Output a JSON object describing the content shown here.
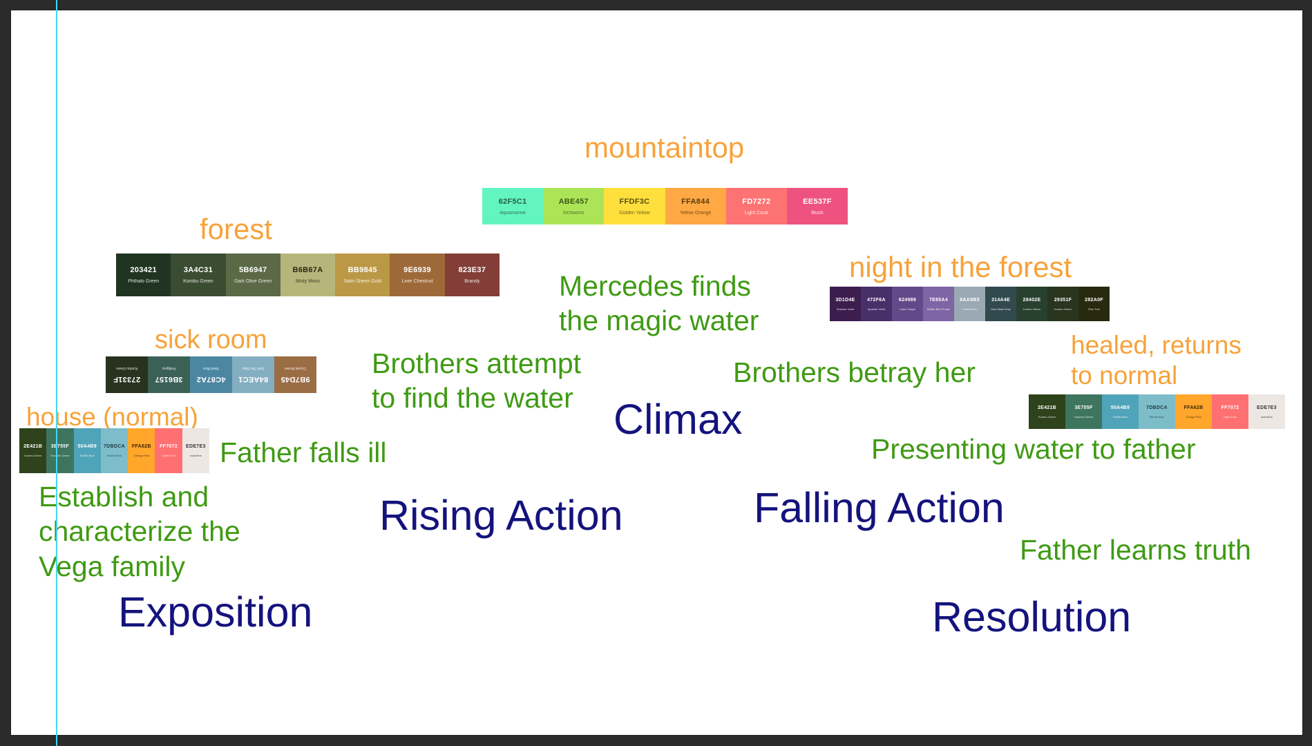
{
  "locations": {
    "mountaintop": "mountaintop",
    "forest": "forest",
    "night_forest": "night in the forest",
    "sick_room": "sick room",
    "house": "house (normal)",
    "healed": "healed, returns\nto normal"
  },
  "events": {
    "mercedes": "Mercedes finds\nthe magic water",
    "brothers_attempt": "Brothers attempt\n to find the water",
    "brothers_betray": "Brothers betray her",
    "father_ill": "Father falls ill",
    "establish": "Establish and\ncharacterize the\nVega family",
    "presenting": "Presenting water to father",
    "father_learns": "Father learns truth"
  },
  "stages": {
    "climax": "Climax",
    "rising": "Rising Action",
    "falling": "Falling Action",
    "exposition": "Exposition",
    "resolution": "Resolution"
  },
  "palettes": {
    "mountaintop": [
      {
        "code": "62F5C1",
        "name": "Aquamarine",
        "color": "#62F5C1",
        "text": "#2a5a48"
      },
      {
        "code": "ABE457",
        "name": "Inchworm",
        "color": "#ABE457",
        "text": "#3d5a1a"
      },
      {
        "code": "FFDF3C",
        "name": "Golden Yellow",
        "color": "#FFDF3C",
        "text": "#5a4e12"
      },
      {
        "code": "FFA844",
        "name": "Yellow Orange",
        "color": "#FFA844",
        "text": "#5a3a12"
      },
      {
        "code": "FD7272",
        "name": "Light Coral",
        "color": "#FD7272",
        "text": "#ffffff"
      },
      {
        "code": "EE537F",
        "name": "Blush",
        "color": "#EE537F",
        "text": "#ffffff"
      }
    ],
    "forest": [
      {
        "code": "203421",
        "name": "Phthalo Green",
        "color": "#203421",
        "text": "#ffffff"
      },
      {
        "code": "3A4C31",
        "name": "Kombu Green",
        "color": "#3A4C31",
        "text": "#ffffff"
      },
      {
        "code": "5B6947",
        "name": "Dark Olive Green",
        "color": "#5B6947",
        "text": "#ffffff"
      },
      {
        "code": "B6B67A",
        "name": "Misty Moss",
        "color": "#B6B67A",
        "text": "#2a2a14"
      },
      {
        "code": "BB9845",
        "name": "Satin Sheen Gold",
        "color": "#BB9845",
        "text": "#ffffff"
      },
      {
        "code": "9E6939",
        "name": "Liver Chestnut",
        "color": "#9E6939",
        "text": "#ffffff"
      },
      {
        "code": "823E37",
        "name": "Brandy",
        "color": "#823E37",
        "text": "#ffffff"
      }
    ],
    "night_forest": [
      {
        "code": "3D1D4E",
        "name": "Russian Violet",
        "color": "#3D1D4E",
        "text": "#ffffff"
      },
      {
        "code": "472F6A",
        "name": "Spanish Violet",
        "color": "#472F6A",
        "text": "#ffffff"
      },
      {
        "code": "624989",
        "name": "Cyber Grape",
        "color": "#624989",
        "text": "#ffffff"
      },
      {
        "code": "7E65A4",
        "name": "Middle Blue Purple",
        "color": "#7E65A4",
        "text": "#ffffff"
      },
      {
        "code": "9AA9B3",
        "name": "Cadet Grey",
        "color": "#9AA9B3",
        "text": "#ffffff"
      },
      {
        "code": "314A4E",
        "name": "Dark Slate Gray",
        "color": "#314A4E",
        "text": "#ffffff"
      },
      {
        "code": "28402E",
        "name": "Kombu Green",
        "color": "#28402E",
        "text": "#ffffff"
      },
      {
        "code": "29351F",
        "name": "Kombu Green",
        "color": "#29351F",
        "text": "#ffffff"
      },
      {
        "code": "282A0F",
        "name": "Pine Tree",
        "color": "#282A0F",
        "text": "#ffffff"
      }
    ],
    "sick_room": [
      {
        "code": "27331F",
        "name": "Kombu Green",
        "color": "#27331F",
        "text": "#ffffff"
      },
      {
        "code": "3B6157",
        "name": "Feldgrau",
        "color": "#3B6157",
        "text": "#ffffff"
      },
      {
        "code": "4C87A2",
        "name": "Steel Blue",
        "color": "#4C87A2",
        "text": "#ffffff"
      },
      {
        "code": "84AEC1",
        "name": "Dark Sky Blue",
        "color": "#84AEC1",
        "text": "#ffffff"
      },
      {
        "code": "9B7D45",
        "name": "Coyote Brown",
        "color": "#9B6D45",
        "text": "#ffffff"
      }
    ],
    "house": [
      {
        "code": "2E421B",
        "name": "Kombu Green",
        "color": "#2E421B",
        "text": "#ffffff"
      },
      {
        "code": "3E755F",
        "name": "Hookers Green",
        "color": "#3E755F",
        "text": "#ffffff"
      },
      {
        "code": "50A4B9",
        "name": "Pacific Blue",
        "color": "#50A4B9",
        "text": "#ffffff"
      },
      {
        "code": "7DBDCA",
        "name": "Middle Blue",
        "color": "#7DBDCA",
        "text": "#1e3a40"
      },
      {
        "code": "FFA62B",
        "name": "Orange Peel",
        "color": "#FFA62B",
        "text": "#3a2408"
      },
      {
        "code": "FF7072",
        "name": "Light Coral",
        "color": "#FF7072",
        "text": "#ffffff"
      },
      {
        "code": "EDE7E3",
        "name": "Isabelline",
        "color": "#EDE7E3",
        "text": "#333333"
      }
    ],
    "healed": [
      {
        "code": "2E421B",
        "name": "Kombu Green",
        "color": "#2E421B",
        "text": "#ffffff"
      },
      {
        "code": "3E755F",
        "name": "Hookers Green",
        "color": "#3E755F",
        "text": "#ffffff"
      },
      {
        "code": "50A4B9",
        "name": "Pacific Blue",
        "color": "#50A4B9",
        "text": "#ffffff"
      },
      {
        "code": "7DBDCA",
        "name": "Middle Blue",
        "color": "#7DBDCA",
        "text": "#1e3a40"
      },
      {
        "code": "FFA62B",
        "name": "Orange Peel",
        "color": "#FFA62B",
        "text": "#3a2408"
      },
      {
        "code": "FF7072",
        "name": "Light Coral",
        "color": "#FF7072",
        "text": "#ffffff"
      },
      {
        "code": "EDE7E3",
        "name": "Isabelline",
        "color": "#EDE7E3",
        "text": "#333333"
      }
    ]
  }
}
